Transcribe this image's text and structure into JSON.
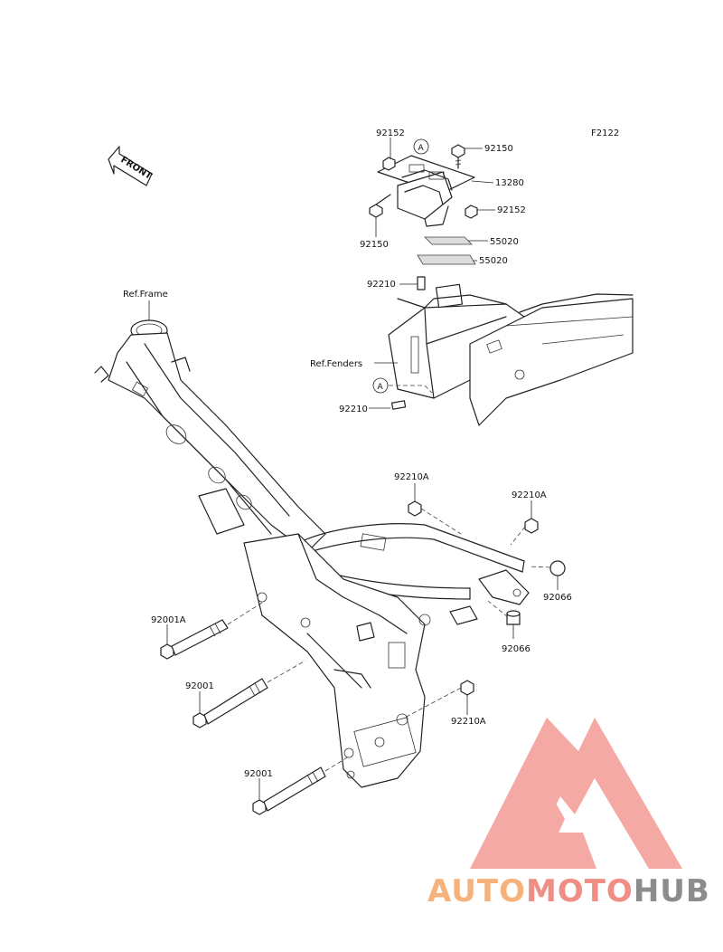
{
  "figure_code": "F2122",
  "front_label": "FRONT",
  "refs": {
    "frame": "Ref.Frame",
    "fenders": "Ref.Fenders"
  },
  "callout_marker": "A",
  "part_labels": [
    {
      "id": "p92152a",
      "text": "92152"
    },
    {
      "id": "p92150a",
      "text": "92150"
    },
    {
      "id": "p13280",
      "text": "13280"
    },
    {
      "id": "p92152b",
      "text": "92152"
    },
    {
      "id": "p92150b",
      "text": "92150"
    },
    {
      "id": "p55020a",
      "text": "55020"
    },
    {
      "id": "p55020b",
      "text": "55020"
    },
    {
      "id": "p92210a",
      "text": "92210"
    },
    {
      "id": "p92210b",
      "text": "92210"
    },
    {
      "id": "p92210Aa",
      "text": "92210A"
    },
    {
      "id": "p92210Ab",
      "text": "92210A"
    },
    {
      "id": "p92066a",
      "text": "92066"
    },
    {
      "id": "p92066b",
      "text": "92066"
    },
    {
      "id": "p92001A",
      "text": "92001A"
    },
    {
      "id": "p92001a",
      "text": "92001"
    },
    {
      "id": "p92210Ac",
      "text": "92210A"
    },
    {
      "id": "p92001b",
      "text": "92001"
    }
  ],
  "watermark": {
    "part1": "AUTO",
    "part2": "MOTO",
    "part3": "HUB",
    "color_auto": "#f6b27c",
    "color_moto": "#f08e86",
    "color_hub": "#8c8c8c",
    "logo_color": "#f4a09a"
  }
}
